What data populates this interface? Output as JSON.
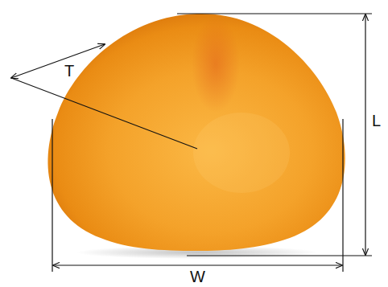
{
  "diagram": {
    "labels": [
      "T",
      "L",
      "W"
    ]
  }
}
